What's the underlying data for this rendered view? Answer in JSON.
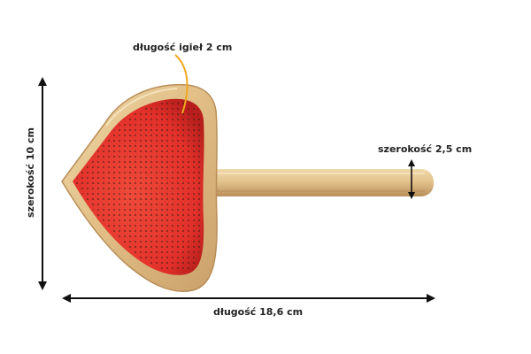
{
  "dimensions": {
    "needle_length_label": "długość igieł 2 cm",
    "handle_width_label": "szerokość 2,5 cm",
    "width_label": "szerokość 10 cm",
    "length_label": "długość 18,6 cm"
  },
  "colors": {
    "bamboo": "#e3c48e",
    "bamboo_dark": "#c9a26a",
    "pad": "#e8322b",
    "callout": "#f0a81e",
    "arrow": "#111111"
  }
}
